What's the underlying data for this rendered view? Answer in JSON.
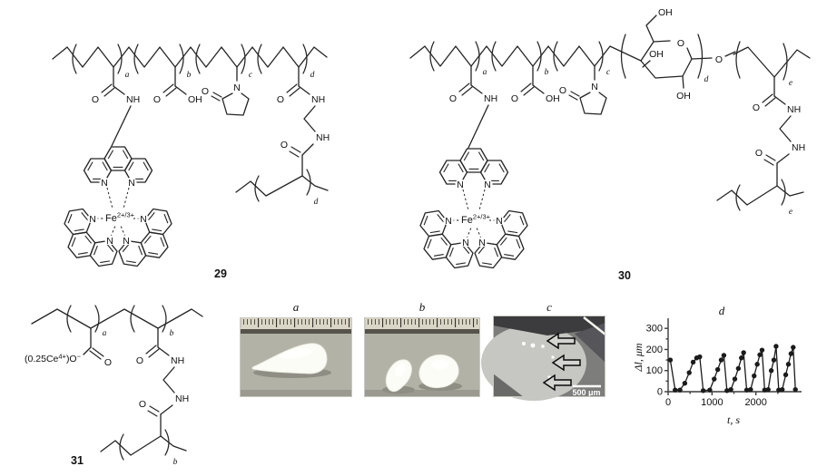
{
  "atoms": {
    "O": "O",
    "N": "N",
    "NH": "NH",
    "OH": "OH",
    "fe": "Fe",
    "fe_charge": "2+/3+"
  },
  "structures": {
    "s29": {
      "number": "29",
      "units": [
        "a",
        "b",
        "c",
        "d"
      ],
      "crosslink_unit": "d"
    },
    "s30": {
      "number": "30",
      "units": [
        "a",
        "b",
        "c",
        "d",
        "e"
      ],
      "crosslink_unit": "e"
    },
    "s31": {
      "number": "31",
      "units": [
        "a",
        "b"
      ],
      "crosslink_unit": "b",
      "counterion": {
        "pre": "(0.25Ce",
        "sup1": "4+",
        "mid": ")O",
        "sup2": "−"
      }
    }
  },
  "panels": {
    "a": {
      "label": "a"
    },
    "b": {
      "label": "b"
    },
    "c": {
      "label": "c",
      "scale_bar": "500 μm"
    },
    "d": {
      "label": "d"
    }
  },
  "chart_data": {
    "type": "line",
    "title": "d",
    "xlabel": "t, s",
    "ylabel": "Δl, μm",
    "xlim": [
      0,
      3020
    ],
    "ylim": [
      0,
      348
    ],
    "xticks": [
      0,
      1000,
      2000
    ],
    "yticks": [
      0,
      100,
      200,
      300
    ],
    "grid": false,
    "legend": "none",
    "series": [
      {
        "name": "Δl",
        "x": [
          50,
          160,
          270,
          380,
          480,
          570,
          650,
          720,
          800,
          950,
          1050,
          1130,
          1210,
          1270,
          1340,
          1430,
          1520,
          1600,
          1670,
          1720,
          1790,
          1880,
          1960,
          2030,
          2090,
          2140,
          2200,
          2280,
          2350,
          2410,
          2460,
          2520,
          2600,
          2680,
          2740,
          2800,
          2850,
          2900
        ],
        "y": [
          150,
          8,
          8,
          40,
          90,
          140,
          160,
          165,
          5,
          8,
          60,
          105,
          150,
          172,
          5,
          10,
          60,
          110,
          160,
          185,
          8,
          10,
          75,
          130,
          175,
          197,
          8,
          10,
          100,
          150,
          215,
          8,
          10,
          80,
          130,
          180,
          210,
          10
        ]
      }
    ]
  }
}
